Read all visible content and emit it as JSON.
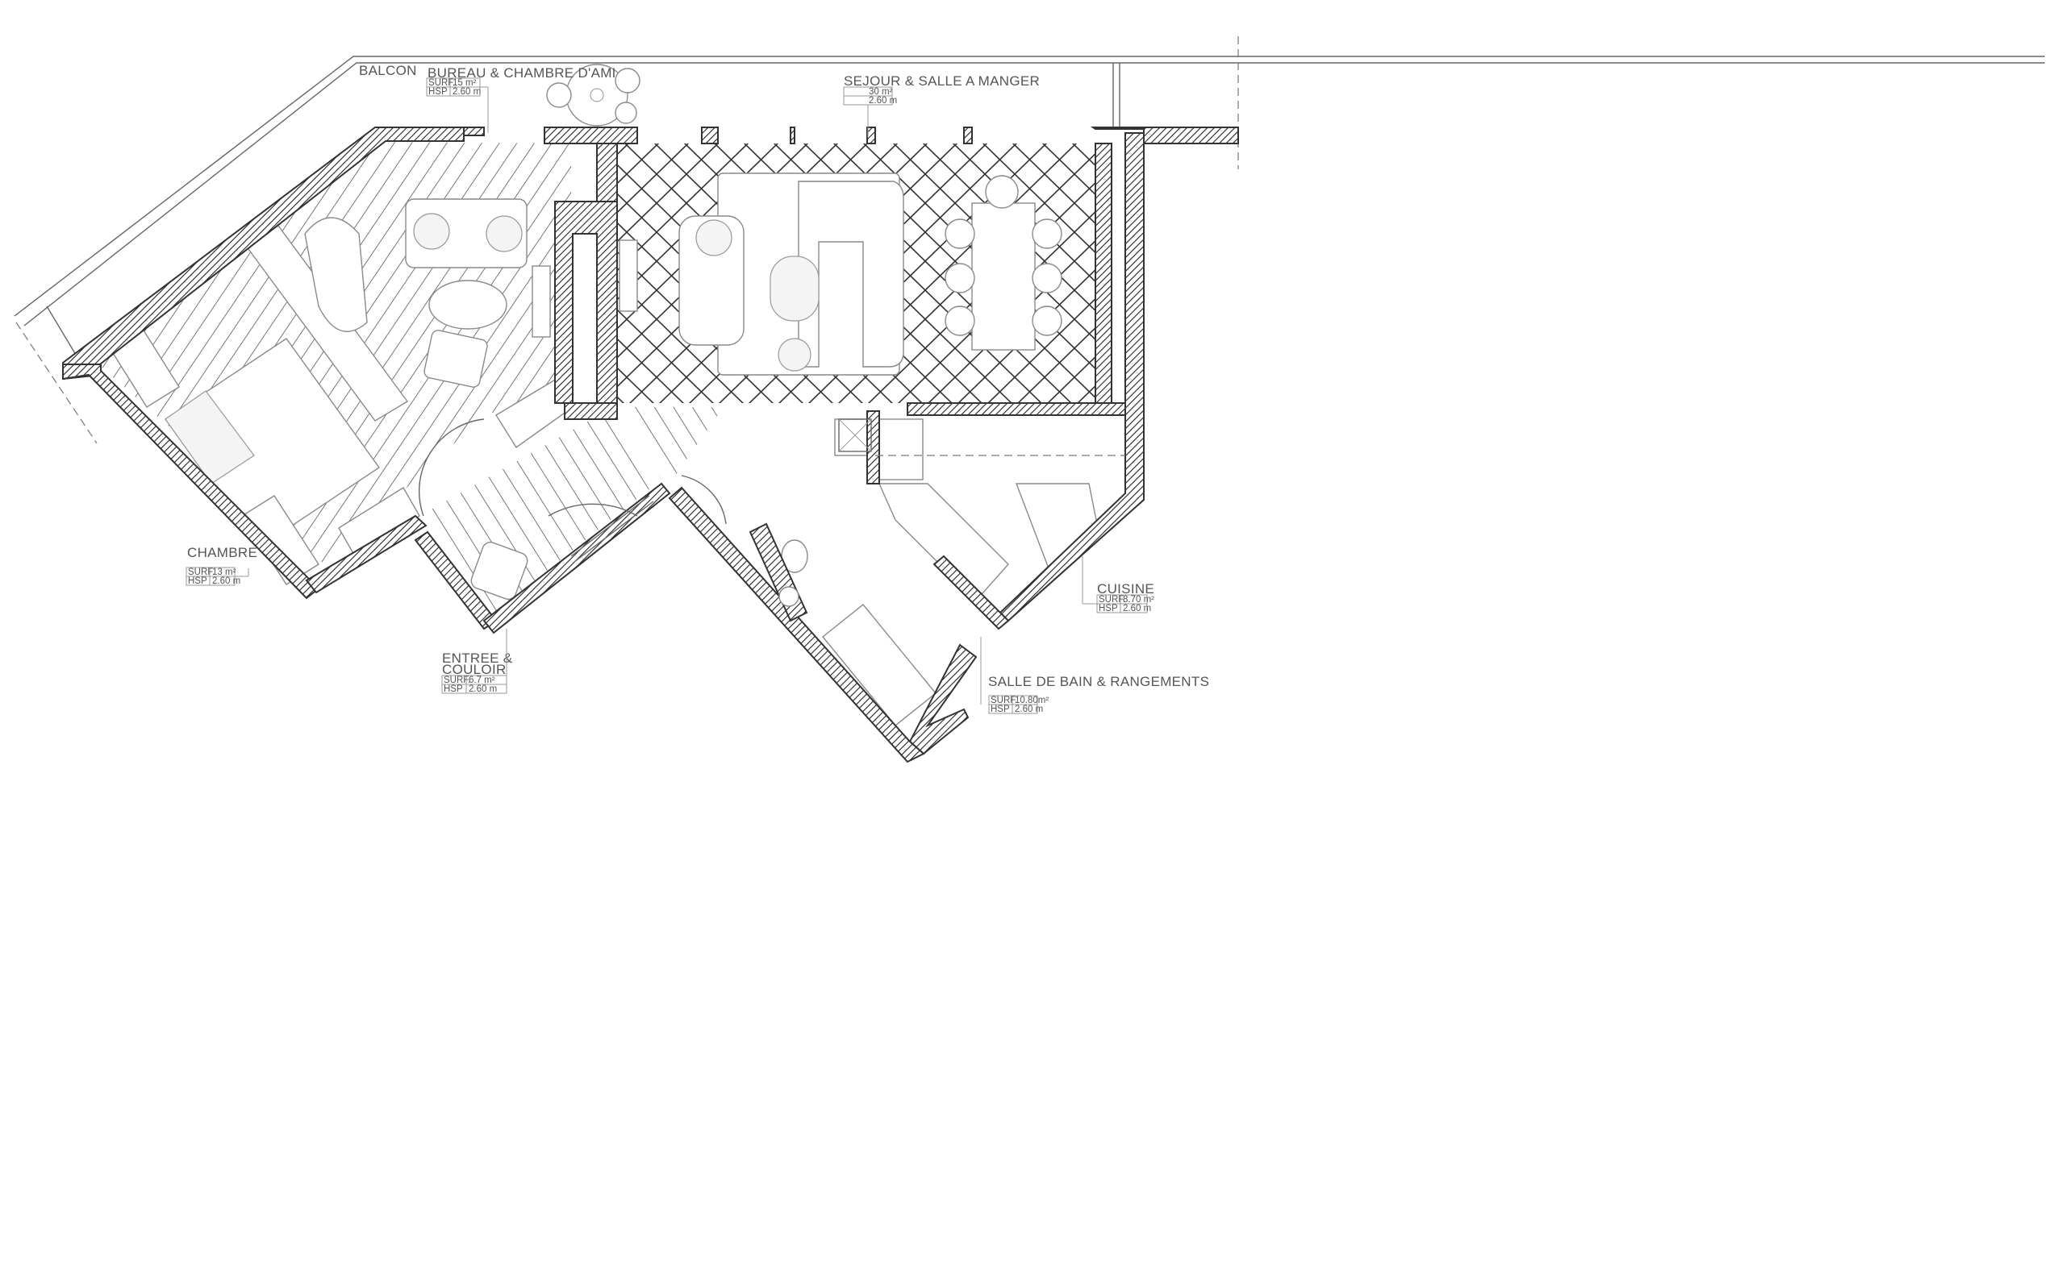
{
  "plan": {
    "labels": {
      "balcon": "BALCON",
      "bureau": "BUREAU & CHAMBRE D'AMI",
      "sejour": "SEJOUR & SALLE A MANGER",
      "chambre": "CHAMBRE",
      "entree_1": "ENTREE &",
      "entree_2": "COULOIR",
      "cuisine": "CUISINE",
      "sdb": "SALLE DE BAIN & RANGEMENTS"
    },
    "tables": {
      "bureau": {
        "surf_label": "SURF.",
        "surf": "15 m²",
        "hsp_label": "HSP",
        "hsp": "2.60 m"
      },
      "sejour": {
        "surf": "30 m²",
        "hsp": "2.60 m"
      },
      "chambre": {
        "surf_label": "SURF.",
        "surf": "13 m²",
        "hsp_label": "HSP",
        "hsp": "2.60 m"
      },
      "entree": {
        "surf_label": "SURF.",
        "surf": "6.7 m²",
        "hsp_label": "HSP",
        "hsp": "2.60 m"
      },
      "cuisine": {
        "surf_label": "SURF.",
        "surf": "8.70 m²",
        "hsp_label": "HSP",
        "hsp": "2.60 m"
      },
      "sdb": {
        "surf_label": "SURF.",
        "surf": "10.80m²",
        "hsp_label": "HSP",
        "hsp": "2.60 m"
      }
    },
    "colors": {
      "wall": "#333333",
      "line": "#8a8a8a",
      "floor": "#444444"
    }
  }
}
